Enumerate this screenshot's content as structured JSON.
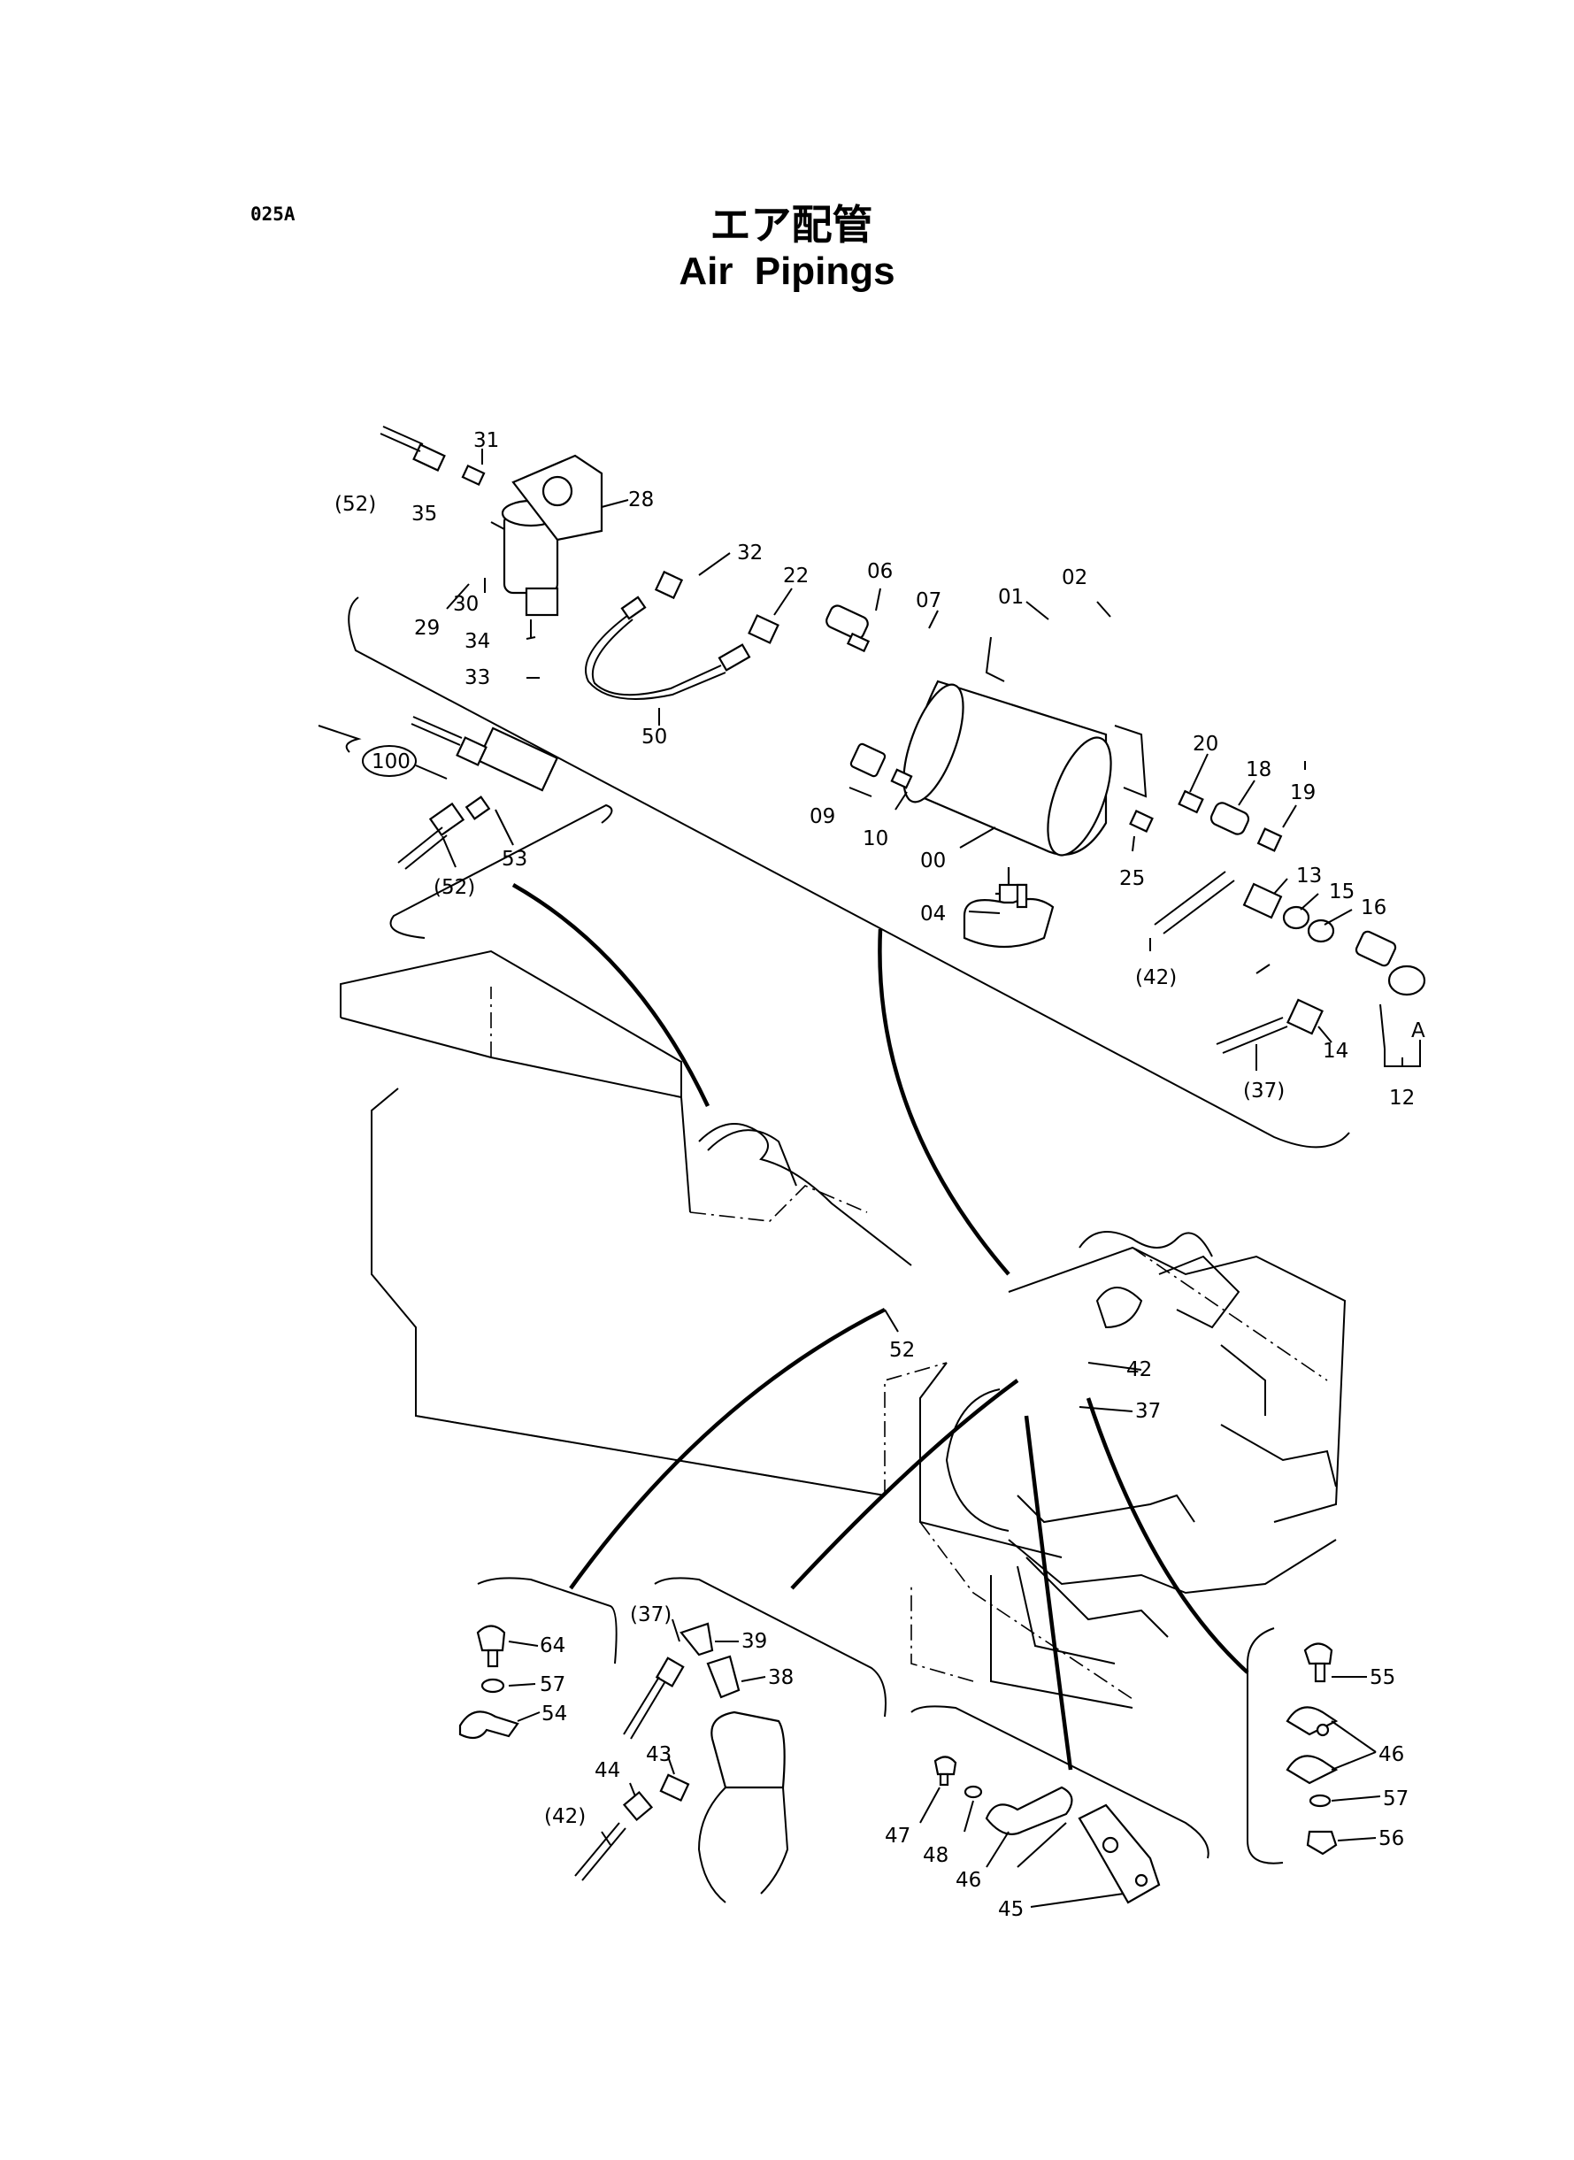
{
  "page_code": "025A",
  "title_ja": "エア配管",
  "title_en": "Air  Pipings",
  "parts": {
    "p52a": "(52)",
    "p31": "31",
    "p28": "28",
    "p35": "35",
    "p29": "29",
    "p30": "30",
    "p32": "32",
    "p34": "34",
    "p33": "33",
    "p50": "50",
    "p22": "22",
    "p06": "06",
    "p07": "07",
    "p01": "01",
    "p02": "02",
    "p20": "20",
    "p18": "18",
    "p19": "19",
    "p09": "09",
    "p10": "10",
    "p00": "00",
    "p25": "25",
    "p04": "04",
    "p13": "13",
    "p15": "15",
    "p16": "16",
    "p42a": "(42)",
    "pA": "A",
    "p14": "14",
    "p37a": "(37)",
    "p12": "12",
    "p100": "100",
    "p52b": "(52)",
    "p53": "53",
    "p52c": "52",
    "p42b": "42",
    "p37b": "37",
    "p64": "64",
    "p57a": "57",
    "p54": "54",
    "p37c": "(37)",
    "p39": "39",
    "p38": "38",
    "p43": "43",
    "p44": "44",
    "p42c": "(42)",
    "p47": "47",
    "p48": "48",
    "p46a": "46",
    "p45": "45",
    "p55": "55",
    "p46b": "46",
    "p57b": "57",
    "p56": "56"
  }
}
